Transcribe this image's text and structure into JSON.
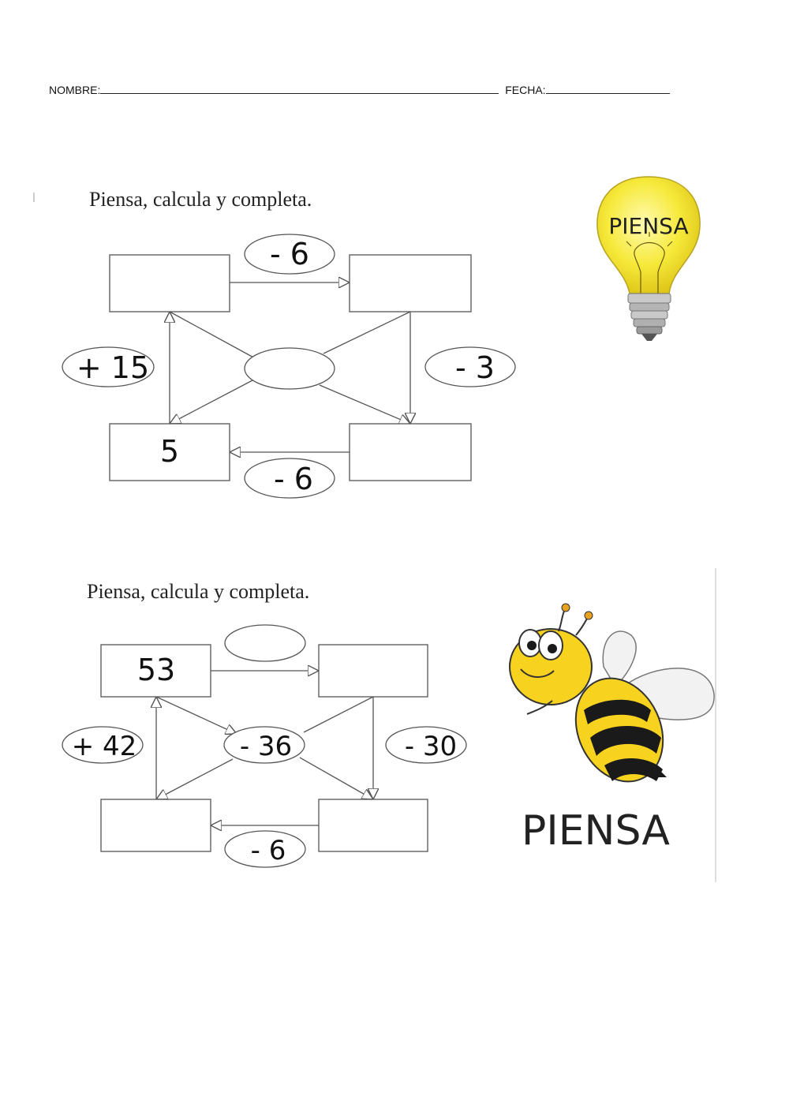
{
  "header": {
    "name_label": "NOMBRE:",
    "date_label": "FECHA:"
  },
  "exercise1": {
    "title": "Piensa, calcula y completa.",
    "top_op": "- 6",
    "left_op": "+ 15",
    "right_op": "- 3",
    "bottom_op": "- 6",
    "center_op": "",
    "top_left_box": "",
    "top_right_box": "",
    "bottom_left_box": "5",
    "bottom_right_box": ""
  },
  "exercise2": {
    "title": "Piensa, calcula y completa.",
    "top_op": "",
    "left_op": "+ 42",
    "center_op": "- 36",
    "right_op": "- 30",
    "bottom_op": "- 6",
    "top_left_box": "53",
    "top_right_box": "",
    "bottom_left_box": "",
    "bottom_right_box": ""
  },
  "images": {
    "bulb_label": "PIENSA",
    "bee_label": "PIENSA"
  },
  "colors": {
    "bulb_yellow": "#f6e93a",
    "bee_yellow": "#f7d21f",
    "bee_black": "#1a1a1a"
  }
}
